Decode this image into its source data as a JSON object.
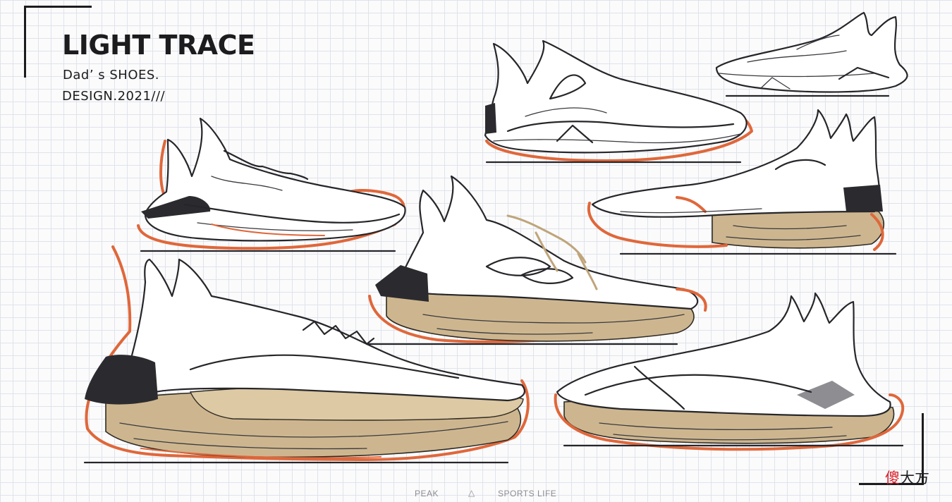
{
  "header": {
    "title": "LIGHT TRACE",
    "subtitle": "Dad’ s SHOES.",
    "design_line": "DESIGN.2021///"
  },
  "footer": {
    "brand": "PEAK",
    "separator_icon": "triangle-icon",
    "separator_glyph": "△",
    "slogan": "SPORTS LIFE"
  },
  "watermark": {
    "part1": "傻",
    "part2": "大方"
  },
  "colors": {
    "ink": "#26262a",
    "accent_orange": "#e0673a",
    "midsole_tan": "#cdb68f",
    "grid": "#dfe3ea",
    "watermark_red": "#d9202a"
  },
  "sketches": [
    {
      "name": "shoe-sketch-top-center",
      "style": "monochrome"
    },
    {
      "name": "shoe-sketch-top-right",
      "style": "monochrome"
    },
    {
      "name": "shoe-sketch-left-mid",
      "style": "orange-outsole"
    },
    {
      "name": "shoe-sketch-right-mid",
      "style": "tan-midsole"
    },
    {
      "name": "shoe-sketch-center",
      "style": "tan-midsole"
    },
    {
      "name": "shoe-sketch-large-bottom-left",
      "style": "tan-midsole"
    },
    {
      "name": "shoe-sketch-bottom-right",
      "style": "tan-midsole"
    }
  ]
}
